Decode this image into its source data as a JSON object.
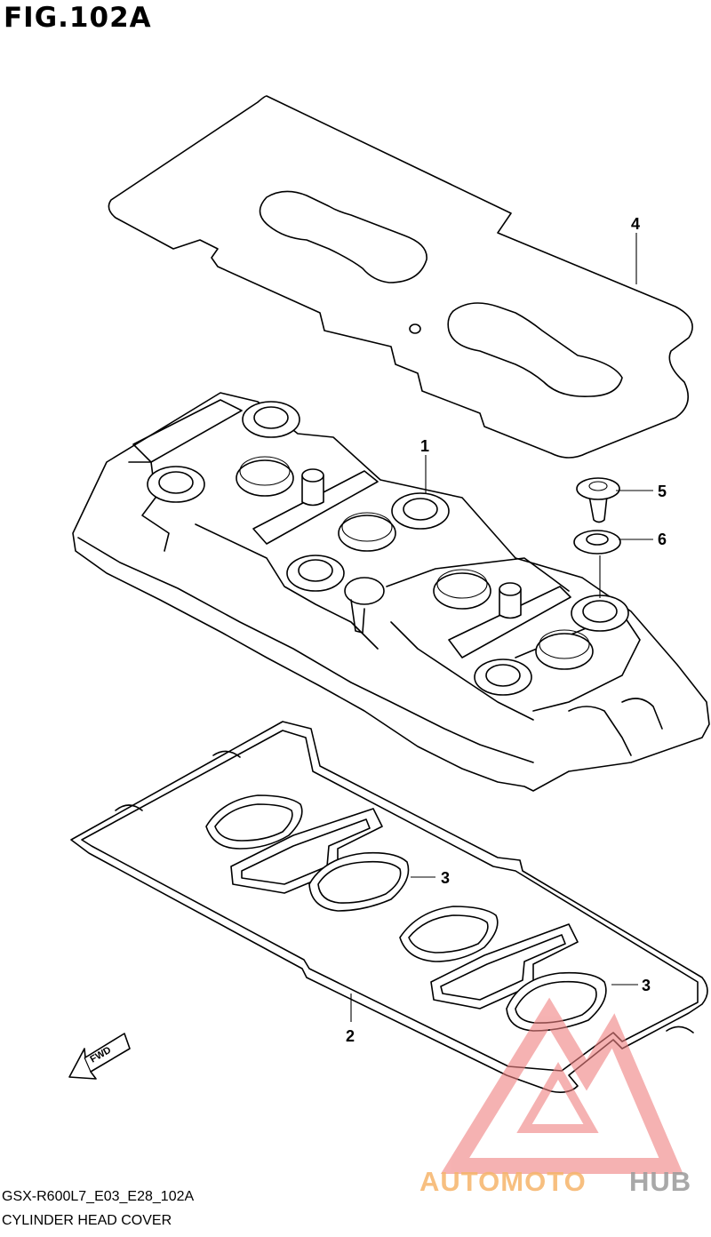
{
  "figure": {
    "title": "FIG.102A",
    "code": "GSX-R600L7_E03_E28_102A",
    "name": "CYLINDER HEAD COVER"
  },
  "callouts": [
    "1",
    "2",
    "3",
    "3",
    "4",
    "5",
    "6"
  ],
  "fwd_label": "FWD",
  "watermark": {
    "text_part1": "AUTOMOTO",
    "text_part2": "HUB",
    "color1": "#f6b56b",
    "color2": "#9a9a9a",
    "logo_color": "#f08080"
  }
}
